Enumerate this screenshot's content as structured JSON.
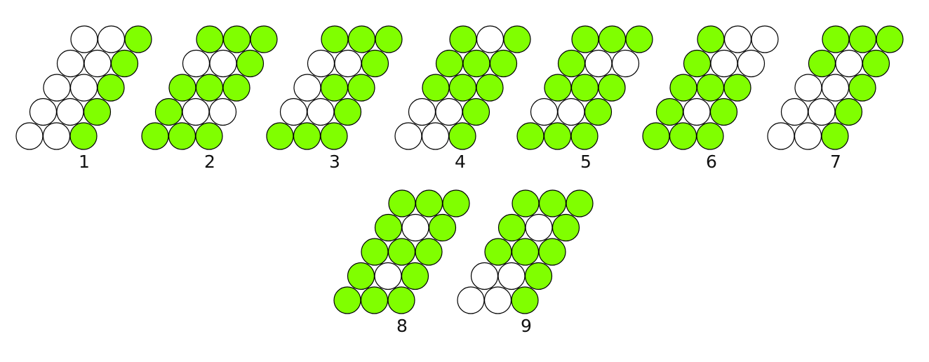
{
  "colors": {
    "filled": "#80ff00",
    "empty": "#ffffff",
    "outline": "#000000"
  },
  "patterns": [
    {
      "label": "1",
      "rows": [
        "001",
        "001",
        "001",
        "001",
        "001"
      ]
    },
    {
      "label": "2",
      "rows": [
        "111",
        "001",
        "111",
        "100",
        "111"
      ]
    },
    {
      "label": "3",
      "rows": [
        "111",
        "001",
        "011",
        "001",
        "111"
      ]
    },
    {
      "label": "4",
      "rows": [
        "101",
        "111",
        "111",
        "001",
        "001"
      ]
    },
    {
      "label": "5",
      "rows": [
        "111",
        "100",
        "111",
        "001",
        "111"
      ]
    },
    {
      "label": "6",
      "rows": [
        "100",
        "100",
        "111",
        "101",
        "111"
      ]
    },
    {
      "label": "7",
      "rows": [
        "111",
        "101",
        "001",
        "001",
        "001"
      ]
    },
    {
      "label": "8",
      "rows": [
        "111",
        "101",
        "111",
        "101",
        "111"
      ]
    },
    {
      "label": "9",
      "rows": [
        "111",
        "101",
        "111",
        "001",
        "001"
      ]
    }
  ]
}
